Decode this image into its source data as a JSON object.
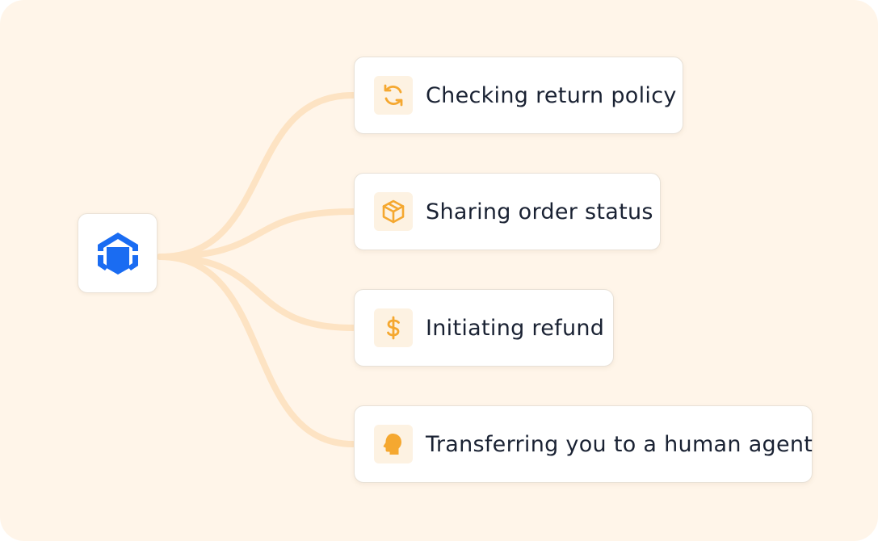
{
  "colors": {
    "background": "#fff5e9",
    "connector": "#fde3c3",
    "icon_accent": "#f5a830",
    "logo_blue": "#1a6cf2",
    "text": "#1a2233"
  },
  "hub": {
    "icon": "logo-cube-icon"
  },
  "actions": [
    {
      "label": "Checking return policy",
      "icon": "refresh-icon"
    },
    {
      "label": "Sharing order status",
      "icon": "package-icon"
    },
    {
      "label": "Initiating refund",
      "icon": "dollar-icon"
    },
    {
      "label": "Transferring you to a human agent",
      "icon": "human-head-icon"
    }
  ]
}
